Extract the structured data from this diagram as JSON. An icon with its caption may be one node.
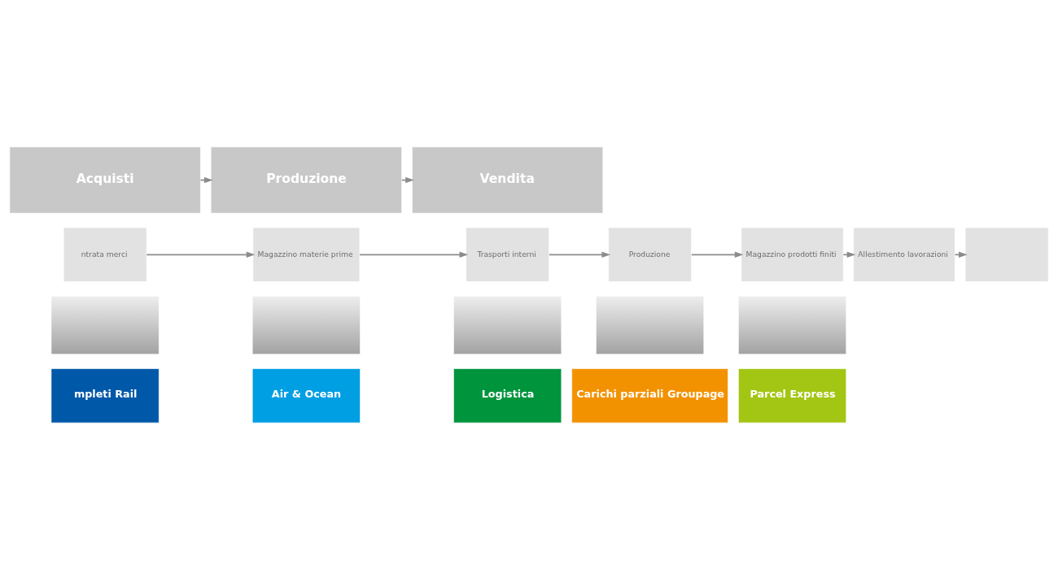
{
  "diagram": {
    "nodes": [
      {
        "text": [
          "Acquisti"
        ]
      },
      {
        "text": [
          "Produzione"
        ]
      },
      {
        "text": [
          "Vendita"
        ]
      },
      {
        "text": [
          "ntrata merci"
        ]
      },
      {
        "text": [
          "Magazzino materie prime"
        ]
      },
      {
        "text": [
          "Trasporti interni"
        ]
      },
      {
        "text": [
          "Produzione"
        ]
      },
      {
        "text": [
          "Magazzino prodotti finiti"
        ]
      },
      {
        "text": [
          "Allestimento lavorazioni"
        ]
      },
      {
        "text": [],
        "shape": "box"
      },
      {
        "text": [],
        "shape": "box"
      },
      {
        "text": [],
        "shape": "box"
      },
      {
        "text": [],
        "shape": "box"
      },
      {
        "text": [],
        "shape": "box"
      },
      {
        "text": [],
        "shape": "box"
      },
      {
        "text": [
          "mpleti Rail"
        ]
      },
      {
        "text": [
          "Air & Ocean"
        ]
      },
      {
        "text": [
          "Logistica"
        ]
      },
      {
        "text": [
          "Carichi parziali Groupage"
        ]
      },
      {
        "text": [
          "Parcel Express"
        ]
      }
    ],
    "edges": [
      {
        "from": 0,
        "to": 1,
        "arrow": "to"
      },
      {
        "from": 1,
        "to": 2,
        "arrow": "to"
      },
      {
        "from": 3,
        "to": 4,
        "arrow": "to"
      },
      {
        "from": 4,
        "to": 5,
        "arrow": "to"
      },
      {
        "from": 5,
        "to": 6,
        "arrow": "to"
      },
      {
        "from": 6,
        "to": 7,
        "arrow": "to"
      },
      {
        "from": 7,
        "to": 8,
        "arrow": "to"
      },
      {
        "from": 8,
        "to": 9,
        "arrow": "to"
      }
    ]
  }
}
